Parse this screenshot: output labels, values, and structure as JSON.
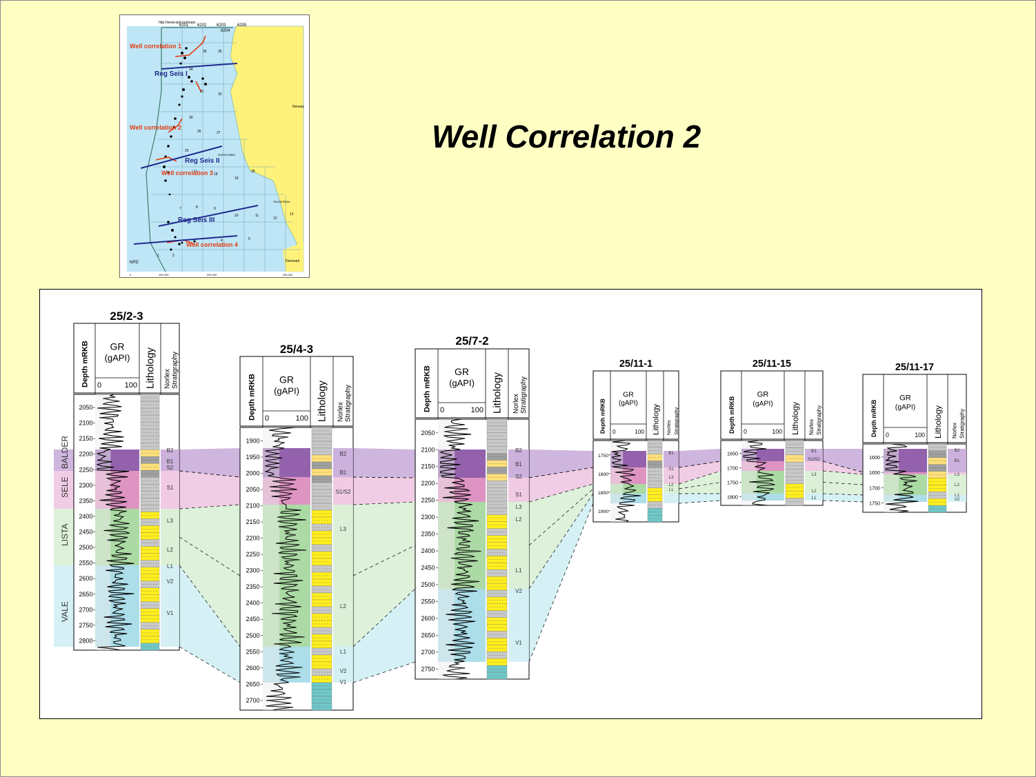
{
  "slide_title": "Well Correlation 2",
  "map": {
    "url_text": "http://www.npd.no/maps",
    "blocks_top": [
      "6201",
      "6202",
      "6203",
      "6204",
      "6205"
    ],
    "sea_labels": [
      "NORDSJØEN",
      "SKAGERRAK"
    ],
    "labels": {
      "wc1": "Well correlation 1",
      "wc2": "Well correlation 2",
      "wc3": "Well correlation 3",
      "wc4": "Well correlation 4",
      "rs1": "Reg Seis I",
      "rs2": "Reg Seis II",
      "rs3": "Reg Seis III"
    },
    "countries": [
      "Norway",
      "Denmark"
    ],
    "quadrants": [
      "35",
      "36",
      "31",
      "32",
      "26",
      "27",
      "17",
      "18",
      "19",
      "28",
      "7",
      "8",
      "9",
      "10",
      "11",
      "12",
      "13",
      "4",
      "5",
      "2",
      "1",
      "25",
      "30",
      "34"
    ],
    "logo": "NPD",
    "scale": [
      "0",
      "100 000",
      "200 000",
      "400 000"
    ]
  },
  "formations": [
    "BALDER",
    "SELE",
    "LISTA",
    "VALE"
  ],
  "headers": {
    "depth": "Depth mRKB",
    "gr_line1": "GR",
    "gr_line2": "(gAPI)",
    "gr_min": "0",
    "gr_max": "100",
    "lithology": "Lithology",
    "norlex1": "Norlex",
    "norlex2": "Stratigraphy"
  },
  "wells": [
    {
      "name": "25/2-3",
      "depths": [
        "2050",
        "2100",
        "2150",
        "2200",
        "2250",
        "2300",
        "2350",
        "2400",
        "2450",
        "2500",
        "2550",
        "2600",
        "2650",
        "2700",
        "2750",
        "2800"
      ],
      "strat": [
        "B2",
        "B1",
        "S2",
        "S1",
        "L3",
        "L2",
        "L1",
        "V2",
        "V1"
      ]
    },
    {
      "name": "25/4-3",
      "depths": [
        "1900",
        "1950",
        "2000",
        "2050",
        "2100",
        "2150",
        "2200",
        "2250",
        "2300",
        "2350",
        "2400",
        "2450",
        "2500",
        "2550",
        "2600",
        "2650",
        "2700"
      ],
      "strat": [
        "B2",
        "B1",
        "S1/S2",
        "L3",
        "L2",
        "L1",
        "V2",
        "V1"
      ]
    },
    {
      "name": "25/7-2",
      "depths": [
        "2050",
        "2100",
        "2150",
        "2200",
        "2250",
        "2300",
        "2350",
        "2400",
        "2450",
        "2500",
        "2550",
        "2600",
        "2650",
        "2700",
        "2750"
      ],
      "strat": [
        "B2",
        "B1",
        "S2",
        "S1",
        "L3",
        "L2",
        "L1",
        "V2",
        "V1"
      ]
    },
    {
      "name": "25/11-1",
      "depths": [
        "1750",
        "1800",
        "1850",
        "1900"
      ],
      "strat": [
        "B1",
        "S1",
        "L3",
        "L2",
        "L1"
      ]
    },
    {
      "name": "25/11-15",
      "depths": [
        "1650",
        "1700",
        "1750",
        "1800"
      ],
      "strat": [
        "B1",
        "S1/S2",
        "L3",
        "L2",
        "L1"
      ]
    },
    {
      "name": "25/11-17",
      "depths": [
        "1600",
        "1650",
        "1700",
        "1750"
      ],
      "strat": [
        "B2",
        "B1",
        "L3",
        "L2",
        "L1",
        "V2"
      ]
    }
  ],
  "colors": {
    "balder": "#8e5aa8",
    "balder_band": "#c7a9d8",
    "sele": "#dc8ec0",
    "sele_band": "#efc4e0",
    "lista": "#a8d8a0",
    "lista_band": "#d8eed4",
    "vale": "#a8dce8",
    "vale_band": "#cfeef4",
    "sand": "#ffef1e",
    "shale": "#c8c8c8",
    "carbonate": "#70c8c8"
  }
}
